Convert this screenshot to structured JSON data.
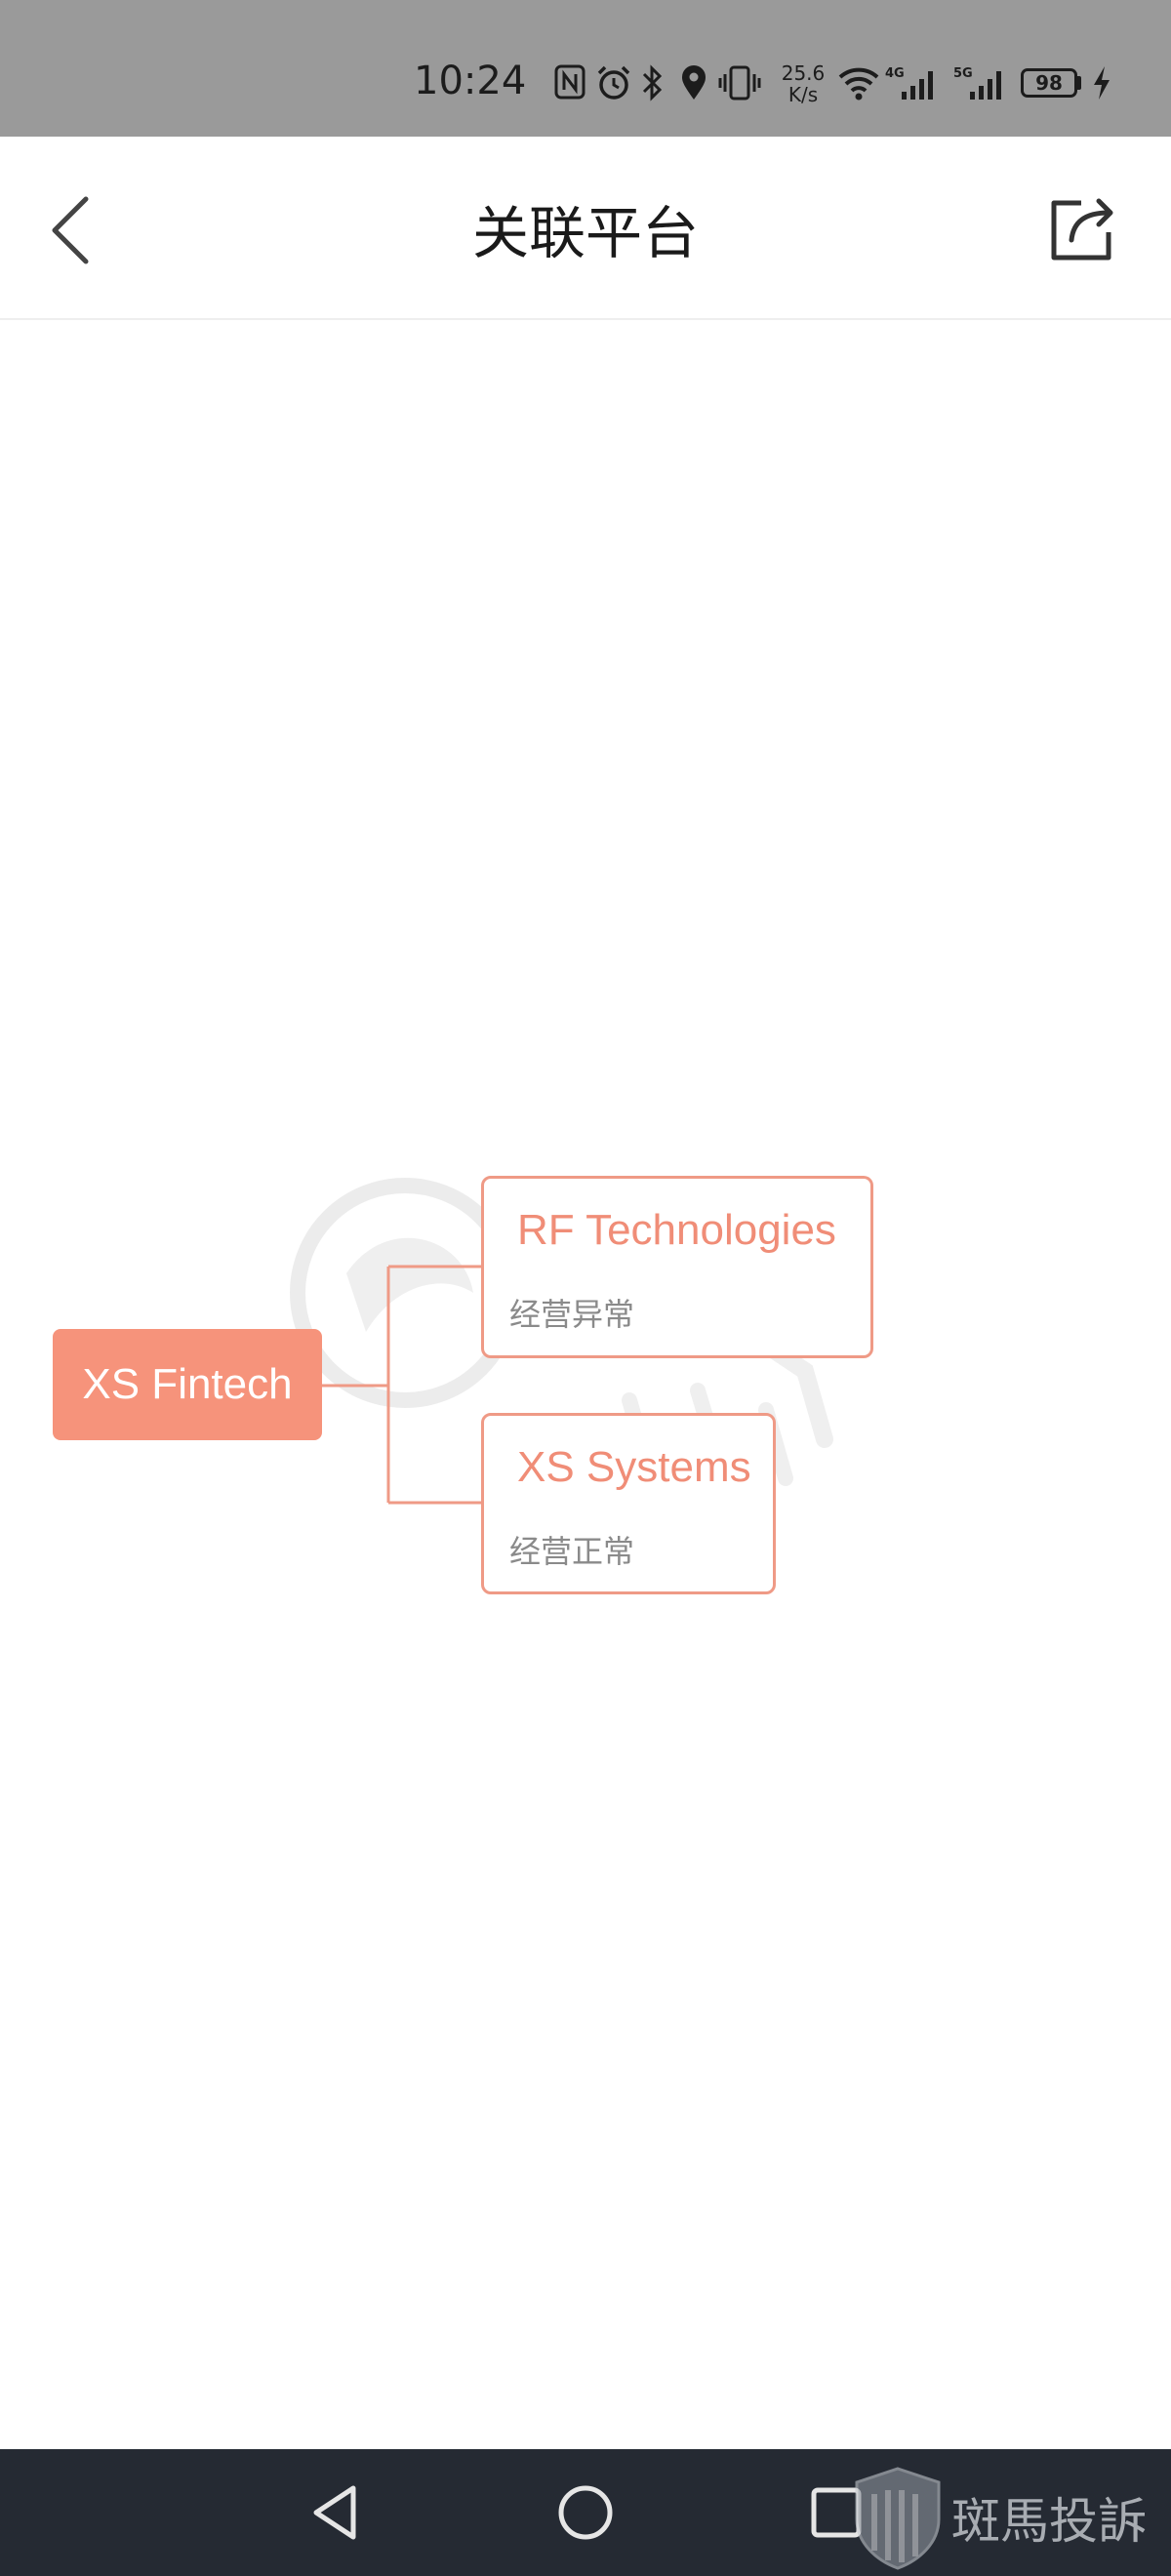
{
  "status_bar": {
    "time": "10:24",
    "net_speed_value": "25.6",
    "net_speed_unit": "K/s",
    "signal_1_label": "4G",
    "signal_2_label": "5G",
    "battery_level": "98",
    "icons": [
      "nfc-icon",
      "alarm-icon",
      "bluetooth-icon",
      "location-icon",
      "vibrate-icon",
      "wifi-icon",
      "signal-icon",
      "signal-icon",
      "battery-icon",
      "charging-icon"
    ]
  },
  "header": {
    "title": "关联平台",
    "back_icon": "chevron-left-icon",
    "share_icon": "share-icon"
  },
  "diagram": {
    "root": {
      "name": "XS Fintech",
      "color": "#f6937b"
    },
    "children": [
      {
        "name": "RF Technologies",
        "status": "经营异常"
      },
      {
        "name": "XS Systems",
        "status": "经营正常"
      }
    ],
    "accent_color": "#ef9a86"
  },
  "nav_bar": {
    "buttons": [
      "back-triangle-icon",
      "home-circle-icon",
      "recents-square-icon"
    ],
    "watermark_text": "斑馬投訴"
  }
}
